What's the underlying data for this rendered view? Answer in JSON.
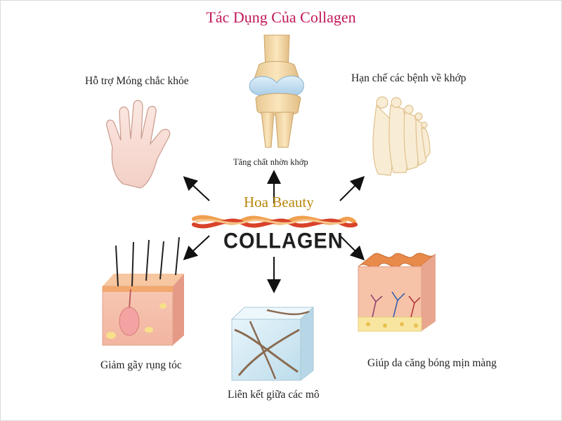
{
  "title": "Tác Dụng Của Collagen",
  "watermark": "Hoa Beauty",
  "center_word": "COLLAGEN",
  "effects": {
    "nails": "Hỗ trợ Móng chắc khỏe",
    "joint_lubrication": "Tăng chất nhờn khớp",
    "joint_disease": "Hạn chế các bệnh về khớp",
    "hair": "Giảm gãy rụng tóc",
    "tissue": "Liên kết giữa các mô",
    "skin": "Giúp da căng bóng mịn màng"
  },
  "colors": {
    "title": "#c0185a",
    "watermark": "#b8860b",
    "arrows": "#111111",
    "fiber_red": "#d8432a",
    "fiber_orange": "#f0a050"
  }
}
